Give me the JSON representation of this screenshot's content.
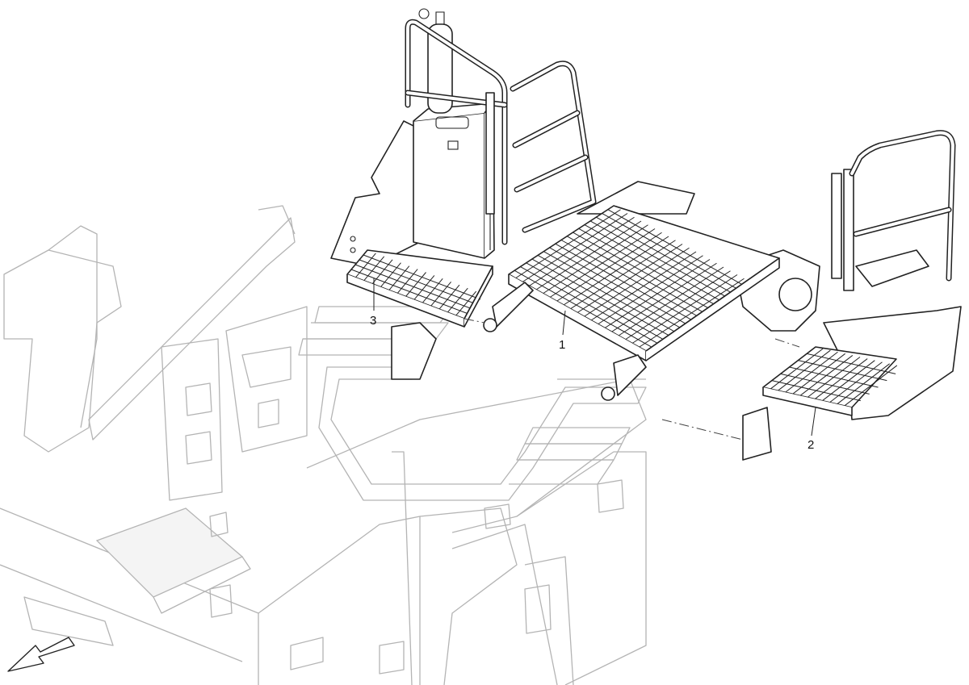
{
  "callouts": {
    "item1": "1",
    "item2": "2",
    "item3": "3"
  }
}
